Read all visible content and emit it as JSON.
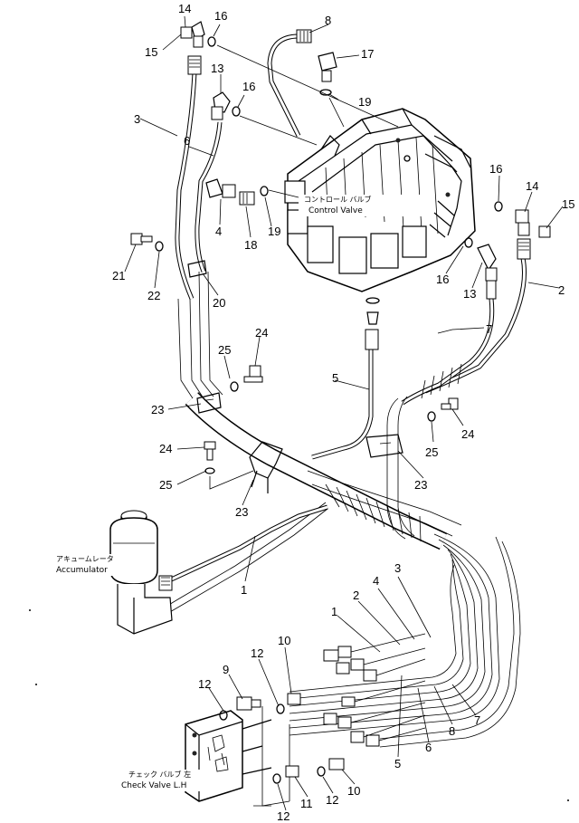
{
  "labels": {
    "control_valve_jp": "コントロール バルブ",
    "control_valve_en": "Control Valve",
    "accumulator_jp": "アキュームレータ",
    "accumulator_en": "Accumulator",
    "check_valve_jp": "チェック バルブ 左",
    "check_valve_en": "Check Valve L.H"
  },
  "callouts": [
    {
      "id": "c1",
      "text": "14"
    },
    {
      "id": "c2",
      "text": "16"
    },
    {
      "id": "c3",
      "text": "8"
    },
    {
      "id": "c4",
      "text": "15"
    },
    {
      "id": "c5",
      "text": "17"
    },
    {
      "id": "c6",
      "text": "13"
    },
    {
      "id": "c7",
      "text": "16"
    },
    {
      "id": "c8",
      "text": "19"
    },
    {
      "id": "c9",
      "text": "3"
    },
    {
      "id": "c10",
      "text": "6"
    },
    {
      "id": "c11",
      "text": "16"
    },
    {
      "id": "c12",
      "text": "14"
    },
    {
      "id": "c13",
      "text": "15"
    },
    {
      "id": "c14",
      "text": "4"
    },
    {
      "id": "c15",
      "text": "18"
    },
    {
      "id": "c16",
      "text": "19"
    },
    {
      "id": "c17",
      "text": "21"
    },
    {
      "id": "c18",
      "text": "22"
    },
    {
      "id": "c19",
      "text": "20"
    },
    {
      "id": "c20",
      "text": "16"
    },
    {
      "id": "c21",
      "text": "13"
    },
    {
      "id": "c22",
      "text": "2"
    },
    {
      "id": "c23",
      "text": "7"
    },
    {
      "id": "c24",
      "text": "25"
    },
    {
      "id": "c25",
      "text": "24"
    },
    {
      "id": "c26",
      "text": "5"
    },
    {
      "id": "c27",
      "text": "23"
    },
    {
      "id": "c28",
      "text": "25"
    },
    {
      "id": "c29",
      "text": "24"
    },
    {
      "id": "c30",
      "text": "24"
    },
    {
      "id": "c31",
      "text": "25"
    },
    {
      "id": "c32",
      "text": "23"
    },
    {
      "id": "c33",
      "text": "23"
    },
    {
      "id": "c34",
      "text": "1"
    },
    {
      "id": "c35",
      "text": "3"
    },
    {
      "id": "c36",
      "text": "4"
    },
    {
      "id": "c37",
      "text": "2"
    },
    {
      "id": "c38",
      "text": "1"
    },
    {
      "id": "c39",
      "text": "10"
    },
    {
      "id": "c40",
      "text": "12"
    },
    {
      "id": "c41",
      "text": "9"
    },
    {
      "id": "c42",
      "text": "12"
    },
    {
      "id": "c43",
      "text": "5"
    },
    {
      "id": "c44",
      "text": "6"
    },
    {
      "id": "c45",
      "text": "8"
    },
    {
      "id": "c46",
      "text": "7"
    },
    {
      "id": "c47",
      "text": "12"
    },
    {
      "id": "c48",
      "text": "11"
    },
    {
      "id": "c49",
      "text": "12"
    },
    {
      "id": "c50",
      "text": "10"
    }
  ]
}
